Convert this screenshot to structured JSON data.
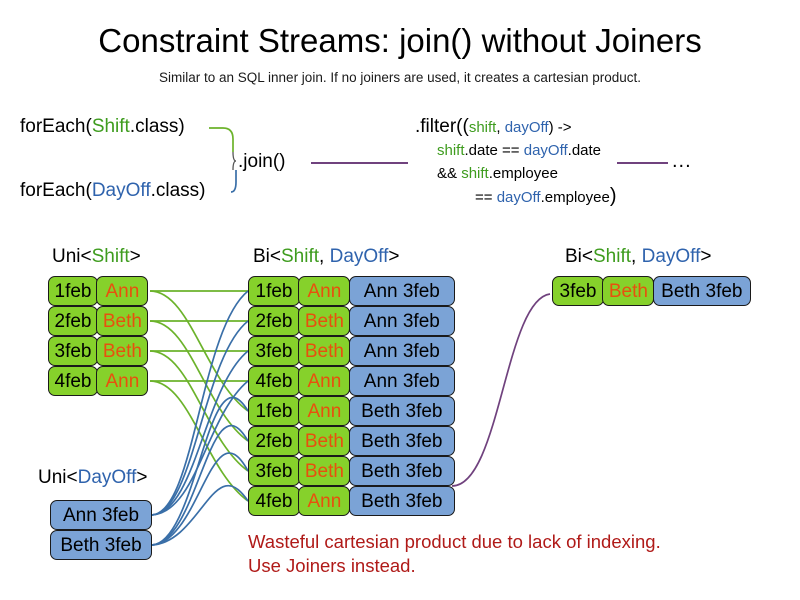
{
  "header": {
    "title": "Constraint Streams: join() without Joiners",
    "subtitle": "Similar to an SQL inner join. If no joiners are used, it creates a cartesian product."
  },
  "code": {
    "foreach_shift": {
      "prefix": "forEach(",
      "type": "Shift",
      "suffix": ".class)"
    },
    "foreach_dayoff": {
      "prefix": "forEach(",
      "type": "DayOff",
      "suffix": ".class)"
    },
    "join_label": ".join()",
    "filter": {
      "line1_prefix": ".filter((",
      "line1_param1": "shift",
      "line1_comma": ", ",
      "line1_param2": "dayOff",
      "line1_suffix": ") ->",
      "line2_a": "shift",
      "line2_b": ".date == ",
      "line2_c": "dayOff",
      "line2_d": ".date",
      "line3_a": "&& ",
      "line3_b": "shift",
      "line3_c": ".employee",
      "line4_a": "== ",
      "line4_b": "dayOff",
      "line4_c": ".employee",
      "line4_d": ")"
    },
    "ellipsis": "..."
  },
  "streams": {
    "uni_shift_label": {
      "pre": "Uni<",
      "type": "Shift",
      "post": ">"
    },
    "bi_mid_label": {
      "pre": "Bi<",
      "type1": "Shift",
      "sep": ", ",
      "type2": "DayOff",
      "post": ">"
    },
    "bi_right_label": {
      "pre": "Bi<",
      "type1": "Shift",
      "sep": ", ",
      "type2": "DayOff",
      "post": ">"
    },
    "uni_dayoff_label": {
      "pre": "Uni<",
      "type": "DayOff",
      "post": ">"
    }
  },
  "shifts": [
    {
      "date": "1feb",
      "employee": "Ann"
    },
    {
      "date": "2feb",
      "employee": "Beth"
    },
    {
      "date": "3feb",
      "employee": "Beth"
    },
    {
      "date": "4feb",
      "employee": "Ann"
    }
  ],
  "dayoffs": [
    {
      "label": "Ann 3feb"
    },
    {
      "label": "Beth 3feb"
    }
  ],
  "cartesian": [
    {
      "date": "1feb",
      "employee": "Ann",
      "dayoff": "Ann 3feb"
    },
    {
      "date": "2feb",
      "employee": "Beth",
      "dayoff": "Ann 3feb"
    },
    {
      "date": "3feb",
      "employee": "Beth",
      "dayoff": "Ann 3feb"
    },
    {
      "date": "4feb",
      "employee": "Ann",
      "dayoff": "Ann 3feb"
    },
    {
      "date": "1feb",
      "employee": "Ann",
      "dayoff": "Beth 3feb"
    },
    {
      "date": "2feb",
      "employee": "Beth",
      "dayoff": "Beth 3feb"
    },
    {
      "date": "3feb",
      "employee": "Beth",
      "dayoff": "Beth 3feb"
    },
    {
      "date": "4feb",
      "employee": "Ann",
      "dayoff": "Beth 3feb"
    }
  ],
  "result": [
    {
      "date": "3feb",
      "employee": "Beth",
      "dayoff": "Beth 3feb"
    }
  ],
  "warning": {
    "line1": "Wasteful cartesian product due to lack of indexing.",
    "line2": "Use Joiners instead."
  },
  "colors": {
    "shift_green": "#86d12b",
    "dayoff_blue": "#7ba3d6",
    "employee_orange": "#e8500e",
    "shift_text_green": "#3e9c1e",
    "dayoff_text_blue": "#2f63ad",
    "connector_green": "#6cb32b",
    "connector_blue": "#3a6fa8",
    "connector_purple": "#70427e",
    "warning_red": "#b01a18"
  }
}
